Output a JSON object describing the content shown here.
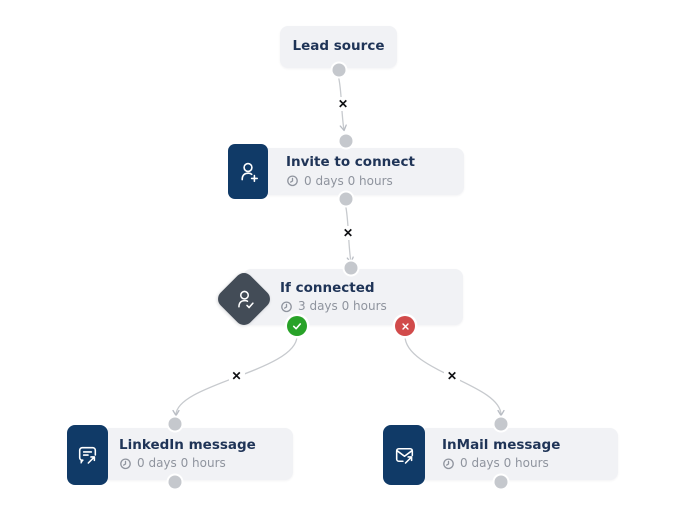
{
  "workflow": {
    "nodes": [
      {
        "id": "lead-source",
        "title": "Lead source"
      },
      {
        "id": "invite-to-connect",
        "title": "Invite to connect",
        "delay": "0 days 0 hours",
        "icon": "person-add-icon"
      },
      {
        "id": "if-connected",
        "title": "If connected",
        "delay": "3 days 0 hours",
        "icon": "person-check-icon",
        "branches": {
          "yes": "check-icon",
          "no": "cross-icon"
        }
      },
      {
        "id": "linkedin-message",
        "title": "LinkedIn message",
        "delay": "0 days 0 hours",
        "icon": "chat-bubble-arrow-icon"
      },
      {
        "id": "inmail-message",
        "title": "InMail message",
        "delay": "0 days 0 hours",
        "icon": "envelope-arrow-icon"
      }
    ],
    "glyphs": {
      "remove_connector": "✕"
    },
    "colors": {
      "canvas_bg": "#ffffff",
      "node_bg": "#f1f2f5",
      "icon_navy": "#103a67",
      "condition_slate": "#434c57",
      "title_text": "#1f3457",
      "delay_text": "#8f949e",
      "connector_line": "#c7cace",
      "port_gray": "#c5c8cd",
      "yes_green": "#28a228",
      "no_red": "#d14b4b",
      "remove_x": "#0e0f12"
    }
  }
}
